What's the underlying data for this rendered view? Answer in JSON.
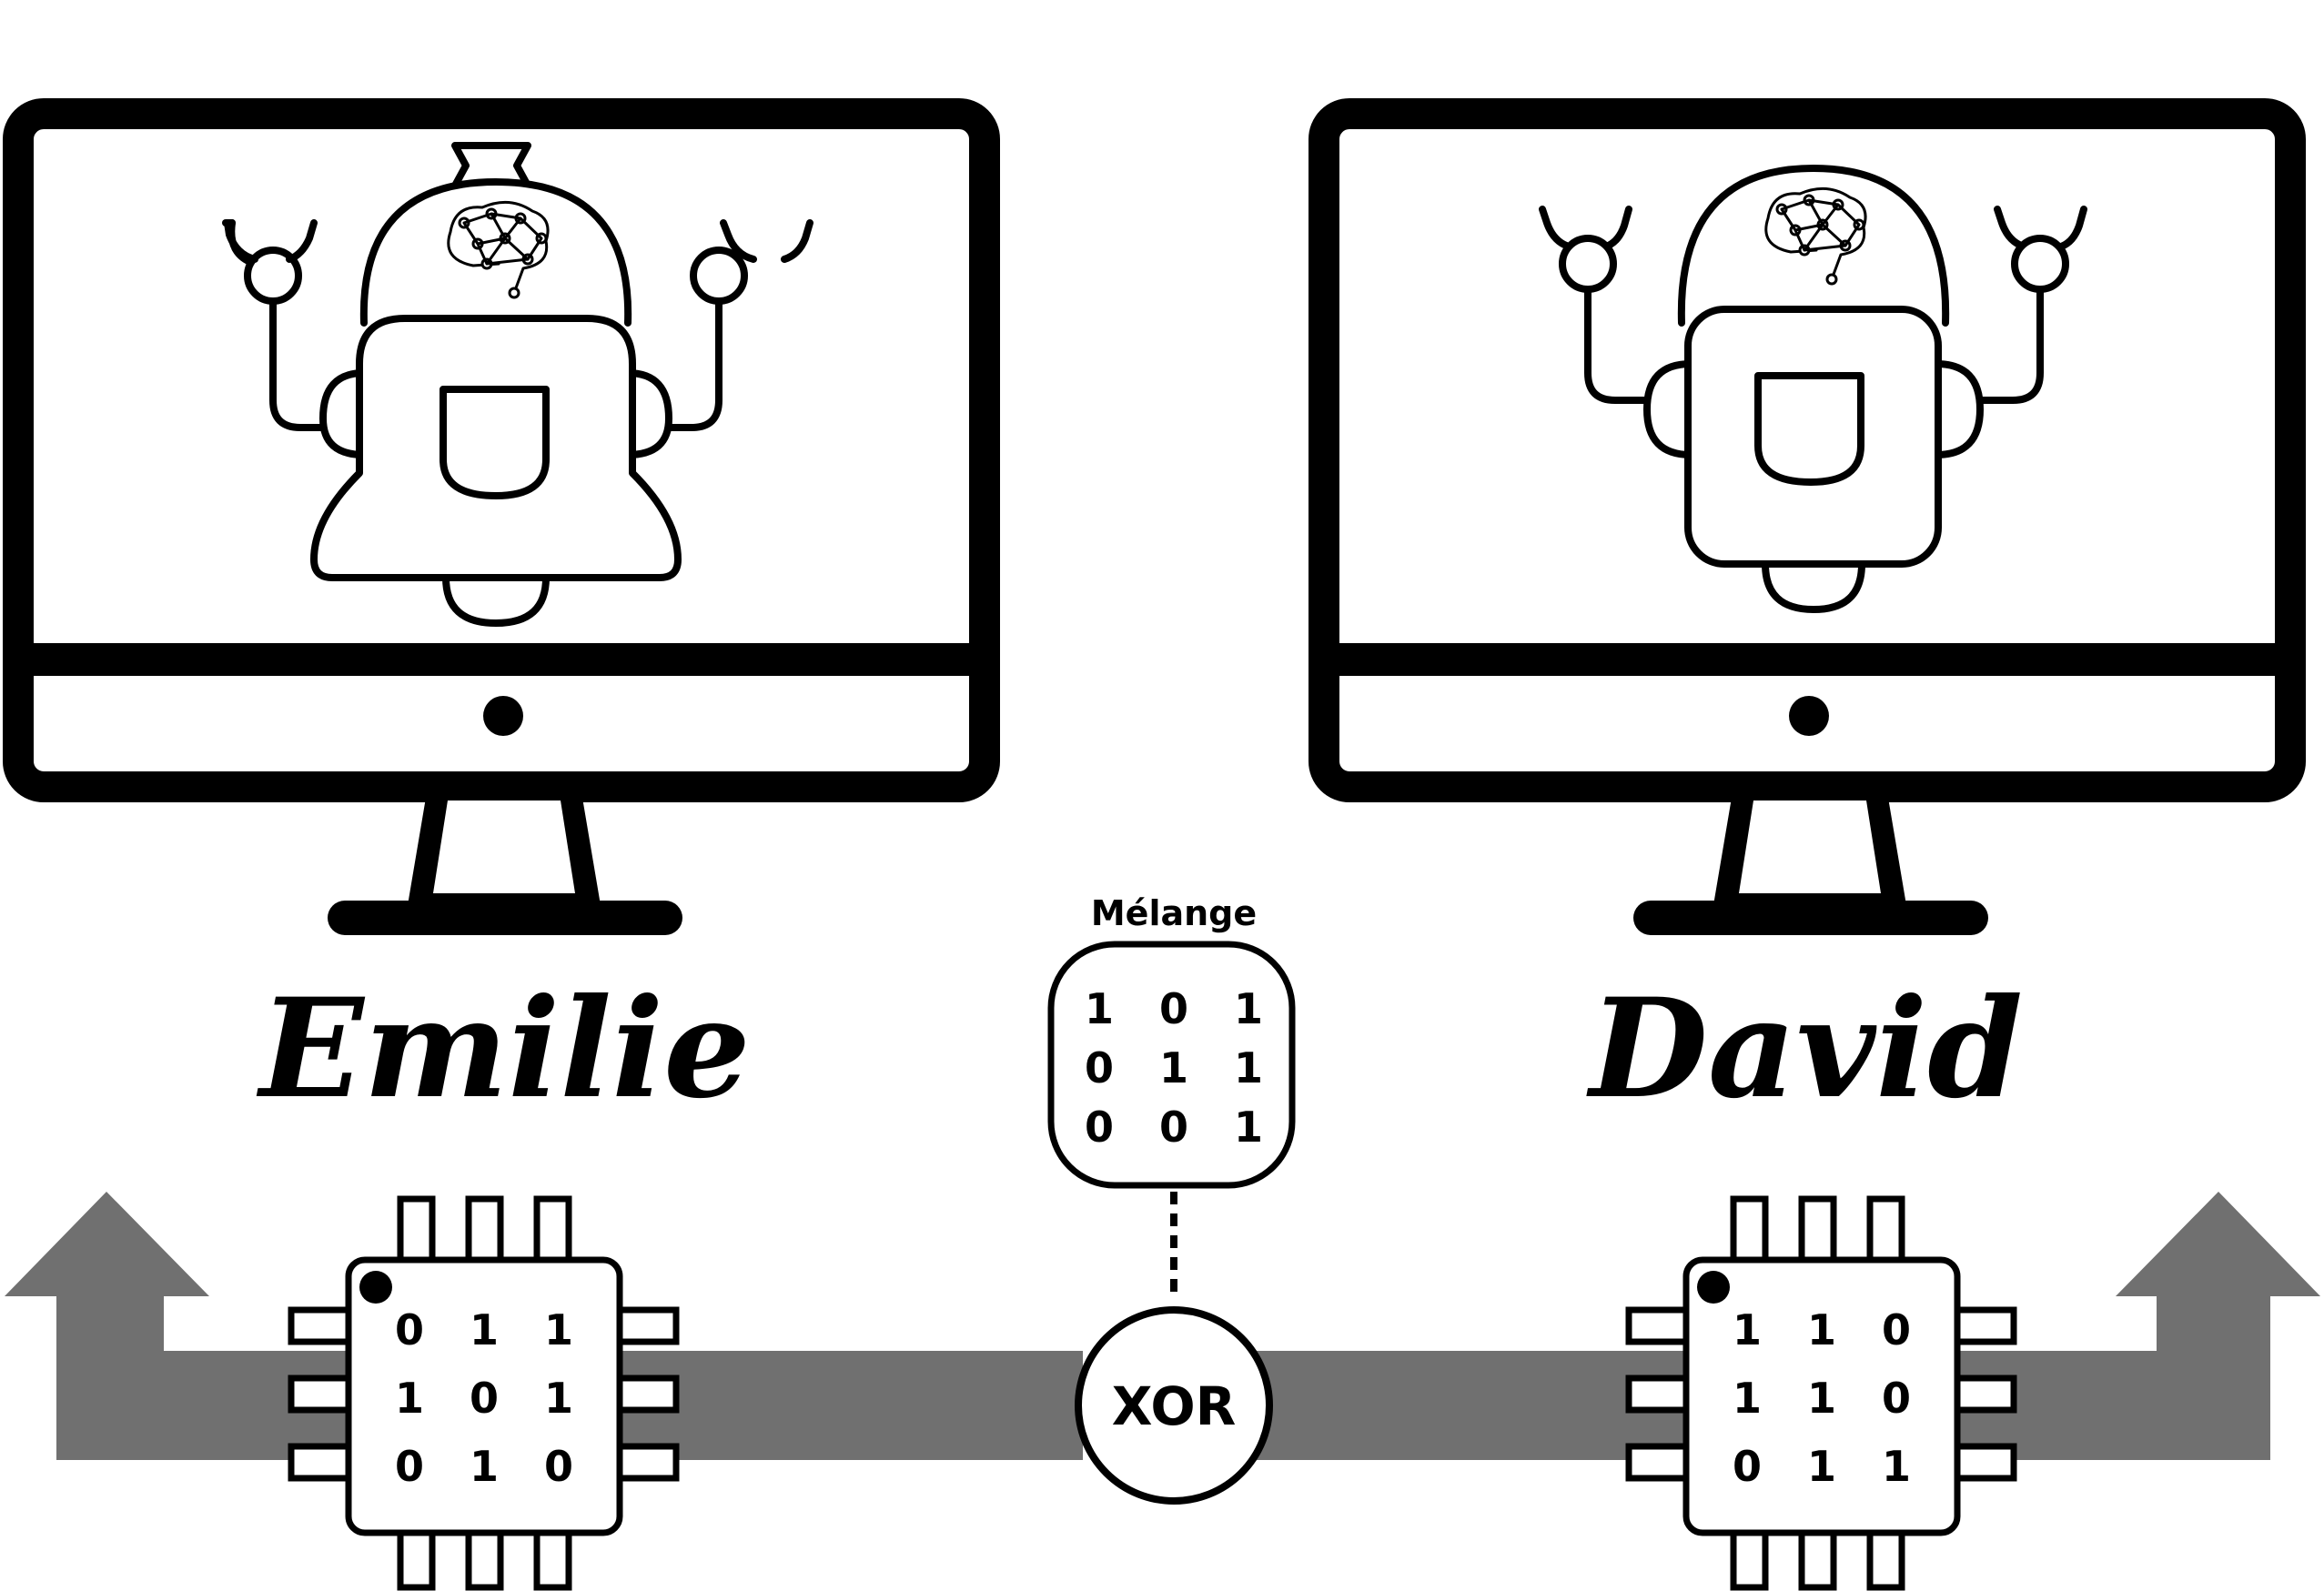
{
  "left_agent": {
    "name": "Emilie",
    "chip_matrix": [
      [
        "0",
        "1",
        "1"
      ],
      [
        "1",
        "0",
        "1"
      ],
      [
        "0",
        "1",
        "0"
      ]
    ]
  },
  "right_agent": {
    "name": "David",
    "chip_matrix": [
      [
        "1",
        "1",
        "0"
      ],
      [
        "1",
        "1",
        "0"
      ],
      [
        "0",
        "1",
        "1"
      ]
    ]
  },
  "mix": {
    "label": "Mélange",
    "matrix": [
      [
        "1",
        "0",
        "1"
      ],
      [
        "0",
        "1",
        "1"
      ],
      [
        "0",
        "0",
        "1"
      ]
    ]
  },
  "xor": {
    "label": "XOR"
  },
  "icons": {
    "monitor": "monitor-icon",
    "robot": "robot-icon",
    "brain": "neural-brain-icon",
    "chip": "microchip-icon",
    "arrow": "arrow-up-icon"
  },
  "colors": {
    "line": "#000000",
    "flow": "#707070",
    "background": "#ffffff"
  }
}
